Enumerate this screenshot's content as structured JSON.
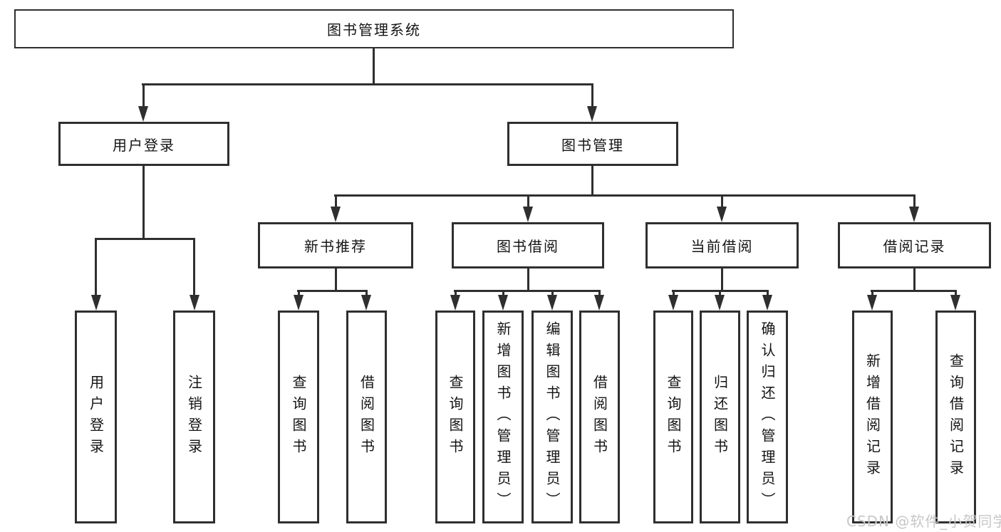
{
  "diagram": {
    "type": "hierarchy-tree",
    "title": "图书管理系统",
    "watermark": "CSDN @软件_小贺同学",
    "colors": {
      "line": "#2f2f2f",
      "text": "#141414",
      "watermark": "#c7c7c7",
      "background": "#ffffff"
    },
    "nodes": {
      "root": {
        "label": "图书管理系统"
      },
      "level2": [
        {
          "label": "用户登录"
        },
        {
          "label": "图书管理"
        }
      ],
      "level3": [
        {
          "label": "新书推荐"
        },
        {
          "label": "图书借阅"
        },
        {
          "label": "当前借阅"
        },
        {
          "label": "借阅记录"
        }
      ],
      "leaves_user_login": [
        {
          "label": "用户登录"
        },
        {
          "label": "注销登录"
        }
      ],
      "leaves_new_book": [
        {
          "label": "查询图书"
        },
        {
          "label": "借阅图书"
        }
      ],
      "leaves_book_borrow": [
        {
          "label": "查询图书"
        },
        {
          "label": "新增图书（管理员）"
        },
        {
          "label": "编辑图书（管理员）"
        },
        {
          "label": "借阅图书"
        }
      ],
      "leaves_current_borrow": [
        {
          "label": "查询图书"
        },
        {
          "label": "归还图书"
        },
        {
          "label": "确认归还（管理员）"
        }
      ],
      "leaves_borrow_record": [
        {
          "label": "新增借阅记录"
        },
        {
          "label": "查询借阅记录"
        }
      ]
    }
  }
}
